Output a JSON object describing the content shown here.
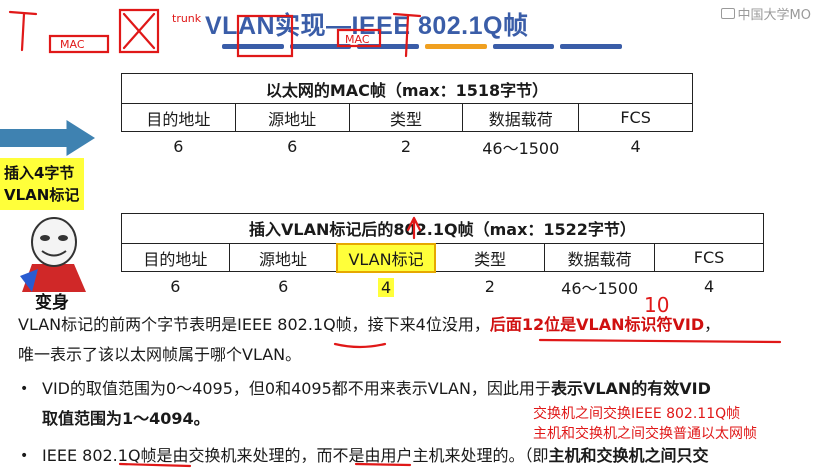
{
  "slide": {
    "title": "VLAN实现—IEEE 802.1Q帧",
    "watermark": "中国大学MO",
    "title_bar_colors": [
      "#3a5da8",
      "#3a5da8",
      "#3a5da8",
      "#f0a020",
      "#3a5da8",
      "#3a5da8"
    ]
  },
  "mac_frame": {
    "caption": "以太网的MAC帧（max：1518字节）",
    "headers": [
      "目的地址",
      "源地址",
      "类型",
      "数据载荷",
      "FCS"
    ],
    "values": [
      "6",
      "6",
      "2",
      "46～1500",
      "4"
    ]
  },
  "badge": {
    "line1": "插入4字节",
    "line2": "VLAN标记",
    "meme_label": "变身"
  },
  "vlan_frame": {
    "caption": "插入VLAN标记后的802.1Q帧（max：1522字节）",
    "headers": [
      "目的地址",
      "源地址",
      "VLAN标记",
      "类型",
      "数据载荷",
      "FCS"
    ],
    "values": [
      "6",
      "6",
      "4",
      "2",
      "46～1500",
      "4"
    ]
  },
  "body": {
    "line1_a": "VLAN标记的前两个字节表明是IEEE 802.1Q帧，接下来4位没用，",
    "line1_b": "后面12位是VLAN标识符VID",
    "line1_c": "，",
    "line2": "唯一表示了该以太网帧属于哪个VLAN。",
    "bullet": "•",
    "b1_a": "VID的取值范围为0～4095，但0和4095都不用来表示VLAN，因此用于",
    "b1_b": "表示VLAN的有效VID",
    "b1_c": "取值范围为1～4094。",
    "b2_a": "IEEE 802.1Q帧是由交换机来处理的，而不是由用户主机来处理的。（即",
    "b2_b": "主机和交换机之间只交"
  },
  "notes": {
    "line1": "交换机之间交换IEEE 802.11Q帧",
    "line2": "主机和交换机之间交换普通以太网帧"
  },
  "handwriting": {
    "mac_label": "MAC",
    "trunk_label": "trunk",
    "ten_label": "10"
  }
}
